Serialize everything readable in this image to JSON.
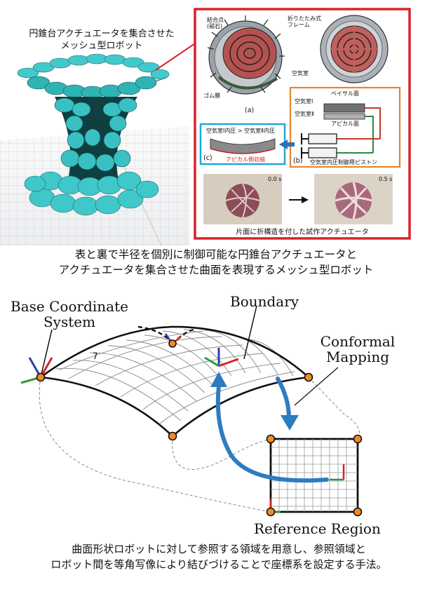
{
  "top": {
    "robot_label_lines": [
      "円錐台アクチュエータを集合させた",
      "メッシュ型ロボット"
    ],
    "panel_a": {
      "tag": "(a)",
      "callout_joint": [
        "結合点",
        "(磁石)"
      ],
      "callout_frame": [
        "折りたたみ式",
        "フレーム"
      ],
      "callout_air": "空気室",
      "callout_rubber": "ゴム膜"
    },
    "panel_b": {
      "tag": "(b)",
      "basal": "ベイサル面",
      "apical": "アピカル面",
      "chamber1": "空気室Ⅰ",
      "chamber2": "空気室Ⅱ",
      "piston": "空気室内圧制御用ピストン"
    },
    "panel_c": {
      "tag": "(c)",
      "pressure": "空気室Ⅰ内圧 > 空気室Ⅱ内圧",
      "shrink": "アピカル側収縮"
    },
    "photo_caption": "片面に折構造を付した試作アクチュエータ",
    "photo_time_left": "0.0 s",
    "photo_time_right": "0.5 s",
    "caption_lines": [
      "表と裏で半径を個別に制御可能な円錐台アクチュエータと",
      "アクチュエータを集合させた曲面を表現するメッシュ型ロボット"
    ]
  },
  "bottom": {
    "base_lines": [
      "Base Coordinate",
      "System"
    ],
    "boundary": "Boundary",
    "conformal_lines": [
      "Conformal",
      "Mapping"
    ],
    "reference": "Reference Region",
    "caption_lines": [
      "曲面形状ロボットに対して参照する領域を用意し、参照領域と",
      "ロボット間を等角写像により結びづけることで座標系を設定する手法。"
    ]
  },
  "colors": {
    "frame_red": "#d8232a",
    "inset_orange": "#e8852a",
    "inset_cyan": "#21a7d8",
    "arrow_blue": "#2f7bc2",
    "teal": "#3fc7c9",
    "node_orange": "#f08a24",
    "wire_red": "#c0392b",
    "wire_green": "#2e8b3a"
  },
  "icons": [
    "arrow-right-icon",
    "arrow-left-icon",
    "axis-triad-icon",
    "syringe-icon"
  ]
}
